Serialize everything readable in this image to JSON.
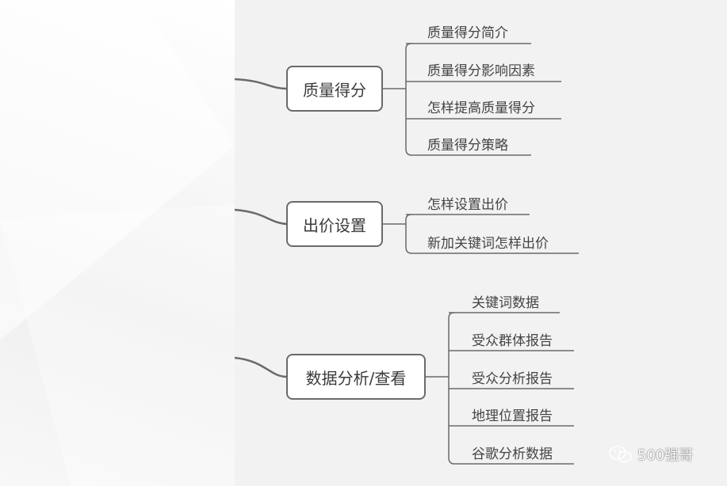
{
  "topics": [
    {
      "label": "质量得分",
      "children": [
        "质量得分简介",
        "质量得分影响因素",
        "怎样提高质量得分",
        "质量得分策略"
      ]
    },
    {
      "label": "出价设置",
      "children": [
        "怎样设置出价",
        "新加关键词怎样出价"
      ]
    },
    {
      "label": "数据分析/查看",
      "children": [
        "关键词数据",
        "受众群体报告",
        "受众分析报告",
        "地理位置报告",
        "谷歌分析数据"
      ]
    }
  ],
  "watermark": {
    "text": "500强哥",
    "icon": "wechat-icon"
  },
  "colors": {
    "line": "#6a6a6a",
    "node_border": "#6a6a6a",
    "text": "#3a3a3a"
  }
}
